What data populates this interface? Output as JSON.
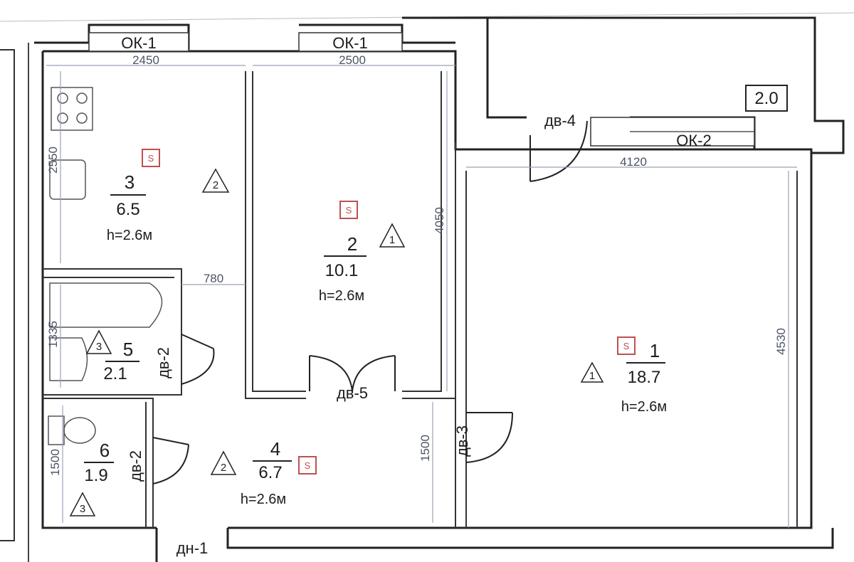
{
  "rooms": [
    {
      "id": "1",
      "area": "18.7",
      "height": "h=2.6м",
      "zone": "1"
    },
    {
      "id": "2",
      "area": "10.1",
      "height": "h=2.6м",
      "zone": "1"
    },
    {
      "id": "3",
      "area": "6.5",
      "height": "h=2.6м",
      "zone": "2"
    },
    {
      "id": "4",
      "area": "6.7",
      "height": "h=2.6м",
      "zone": "2"
    },
    {
      "id": "5",
      "area": "2.1",
      "zone": "3"
    },
    {
      "id": "6",
      "area": "1.9",
      "zone": "3"
    }
  ],
  "balcony_area": "2.0",
  "dimensions": [
    "2450",
    "2500",
    "4120",
    "4050",
    "4530",
    "780",
    "1500",
    "2550",
    "1335",
    "1500"
  ],
  "windows": [
    "ОК-1",
    "ОК-1",
    "ОК-2",
    "дн-1"
  ],
  "doors": [
    "дв-4",
    "дв-2",
    "дв-2",
    "дв-5",
    "дв-3"
  ],
  "zone_marks": [
    "2",
    "1",
    "1",
    "3",
    "2",
    "3"
  ],
  "badge_letter": "S"
}
